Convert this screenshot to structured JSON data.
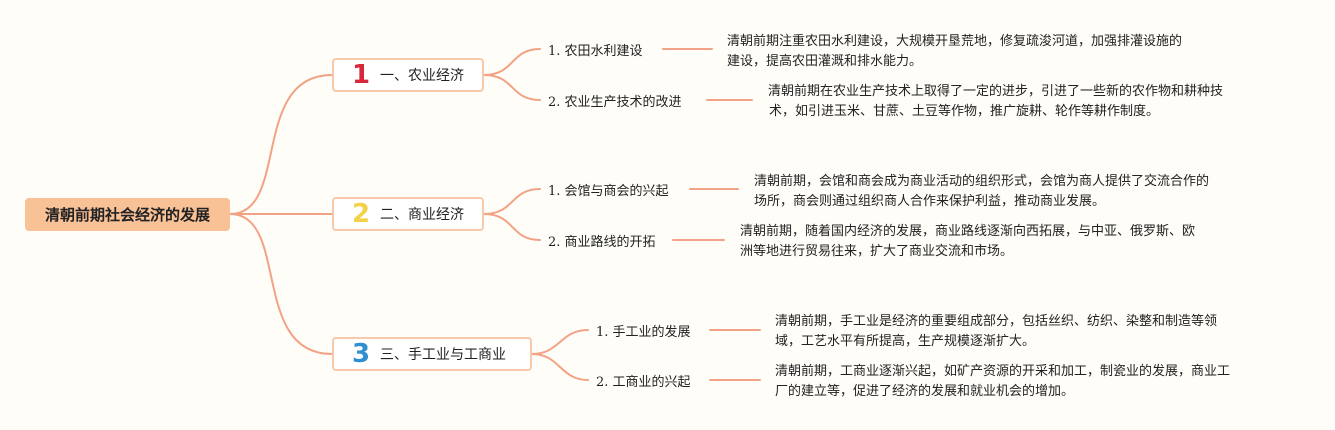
{
  "root": {
    "label": "清朝前期社会经济的发展"
  },
  "branches": [
    {
      "num": "1",
      "num_color": "#d6283a",
      "label": "一、农业经济",
      "children": [
        {
          "idx": "1.",
          "title": "农田水利建设",
          "desc_lines": [
            "清朝前期注重农田水利建设，大规模开垦荒地，修复疏浚河道，加强排灌设施的",
            "建设，提高农田灌溉和排水能力。"
          ]
        },
        {
          "idx": "2.",
          "title": "农业生产技术的改进",
          "desc_lines": [
            "清朝前期在农业生产技术上取得了一定的进步，引进了一些新的农作物和耕种技",
            "术，如引进玉米、甘蔗、土豆等作物，推广旋耕、轮作等耕作制度。"
          ]
        }
      ]
    },
    {
      "num": "2",
      "num_color": "#f3d24a",
      "label": "二、商业经济",
      "children": [
        {
          "idx": "1.",
          "title": "会馆与商会的兴起",
          "desc_lines": [
            "清朝前期，会馆和商会成为商业活动的组织形式，会馆为商人提供了交流合作的",
            "场所，商会则通过组织商人合作来保护利益，推动商业发展。"
          ]
        },
        {
          "idx": "2.",
          "title": "商业路线的开拓",
          "desc_lines": [
            "清朝前期，随着国内经济的发展，商业路线逐渐向西拓展，与中亚、俄罗斯、欧",
            "洲等地进行贸易往来，扩大了商业交流和市场。"
          ]
        }
      ]
    },
    {
      "num": "3",
      "num_color": "#2f8fd0",
      "label": "三、手工业与工商业",
      "children": [
        {
          "idx": "1.",
          "title": "手工业的发展",
          "desc_lines": [
            "清朝前期，手工业是经济的重要组成部分，包括丝织、纺织、染整和制造等领",
            "域，工艺水平有所提高，生产规模逐渐扩大。"
          ]
        },
        {
          "idx": "2.",
          "title": "工商业的兴起",
          "desc_lines": [
            "清朝前期，工商业逐渐兴起，如矿产资源的开采和加工，制瓷业的发展，商业工",
            "厂的建立等，促进了经济的发展和就业机会的增加。"
          ]
        }
      ]
    }
  ],
  "colors": {
    "line": "#f2a285",
    "root_fill": "#f9c196",
    "branch_border": "#f7c9a8"
  }
}
